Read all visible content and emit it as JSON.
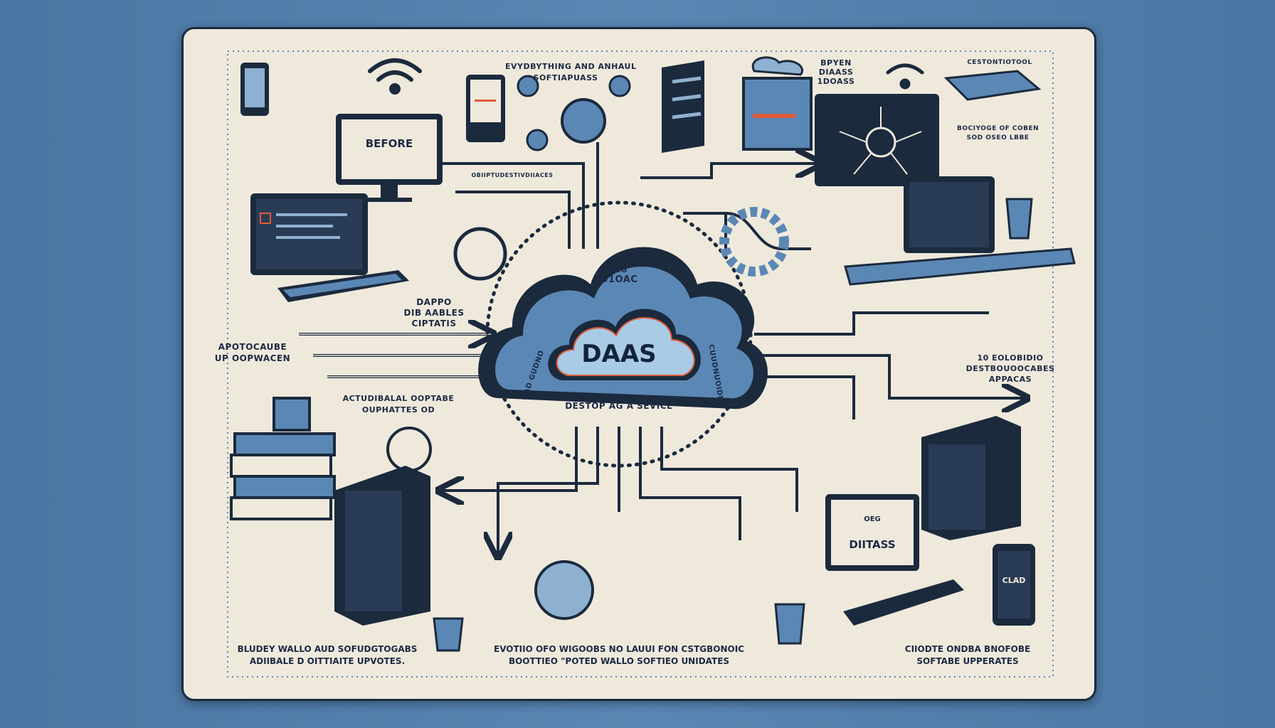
{
  "colors": {
    "background": "#4f7aa6",
    "panel": "#efe9dc",
    "ink": "#1b2a3d",
    "accent_blue": "#5b87b5",
    "accent_red": "#e05a3a"
  },
  "center": {
    "title": "DAAS",
    "subtitle": "DESTOP AG A SEVICE",
    "top_small": "DIG",
    "top_label": "D1OAC",
    "left_arc": "OAD GUDNO",
    "right_arc": "CUUDNUOIDI"
  },
  "screens": {
    "before": "BEFORE",
    "ditass_small": "OEG",
    "ditass": "DIITASS",
    "tablet": "CLAD"
  },
  "labels": {
    "top_center": [
      "EVYDBYTHING AND ANHAUL",
      "SOFTIAPUASS"
    ],
    "top_right": [
      "BPYEN",
      "DIAASS",
      "1DOASS"
    ],
    "top_far_right": "CESTONTIOTOOL",
    "right_upper": [
      "BOCIYOGE OF COBEN",
      "SOD    OSEO LBBE"
    ],
    "mid_top": "OBIIPTUDESTIVDIIACES",
    "mid_left": [
      "DAPPO",
      "DIB AABLES",
      "CIPTATIS"
    ],
    "left": [
      "APOTOCAUBE",
      "UP OOPWACEN"
    ],
    "lower_left": [
      "ACTUDIBALAL OOPTABE",
      "OUPHATTES OD"
    ],
    "right_mid": [
      "10 EOLOBIDIO",
      "DESTBOUOOCABES",
      "APPACAS"
    ]
  },
  "captions": [
    [
      "BLUDEY WALLO AUD SOFUDGTOGABS",
      "ADIIBALE D OITTIAITE UPVOTES."
    ],
    [
      "EVOTIIO OFO WIGOOBS NO LAUUI FON CSTGBONOIC",
      "BOOTTIEO \"POTED WALLO SOFTIEO UNIDATES"
    ],
    [
      "CIIODTE ONDBA BNOFOBE",
      "SOFTABE UPPERATES"
    ]
  ]
}
